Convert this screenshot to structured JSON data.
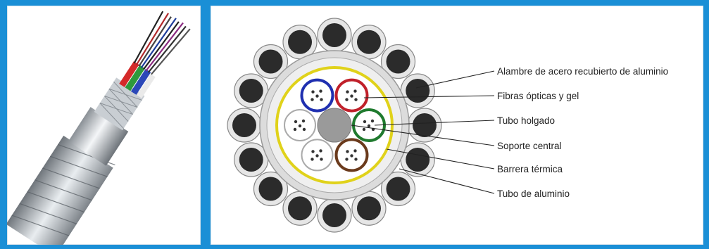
{
  "labels": [
    "Alambre  de acero recubierto de aluminio",
    "Fibras ópticas y gel",
    "Tubo holgado",
    "Soporte central",
    "Barrera térmica",
    "Tubo de aluminio"
  ],
  "colors": {
    "background": "#1a8fd6",
    "panel": "#ffffff",
    "steel_wire": "#2b2b2b",
    "aluminum_coat": "#e6e6e6",
    "thermal_barrier": "#e0d21a",
    "tube_blue": "#1f2fb0",
    "tube_red": "#c0202a",
    "tube_green": "#1f7a2e",
    "tube_brown": "#6a3a1c",
    "tube_white": "#e8e8e8",
    "central_support": "#9a9a9a"
  },
  "icons": [
    "cable-photo",
    "cable-cross-section"
  ]
}
